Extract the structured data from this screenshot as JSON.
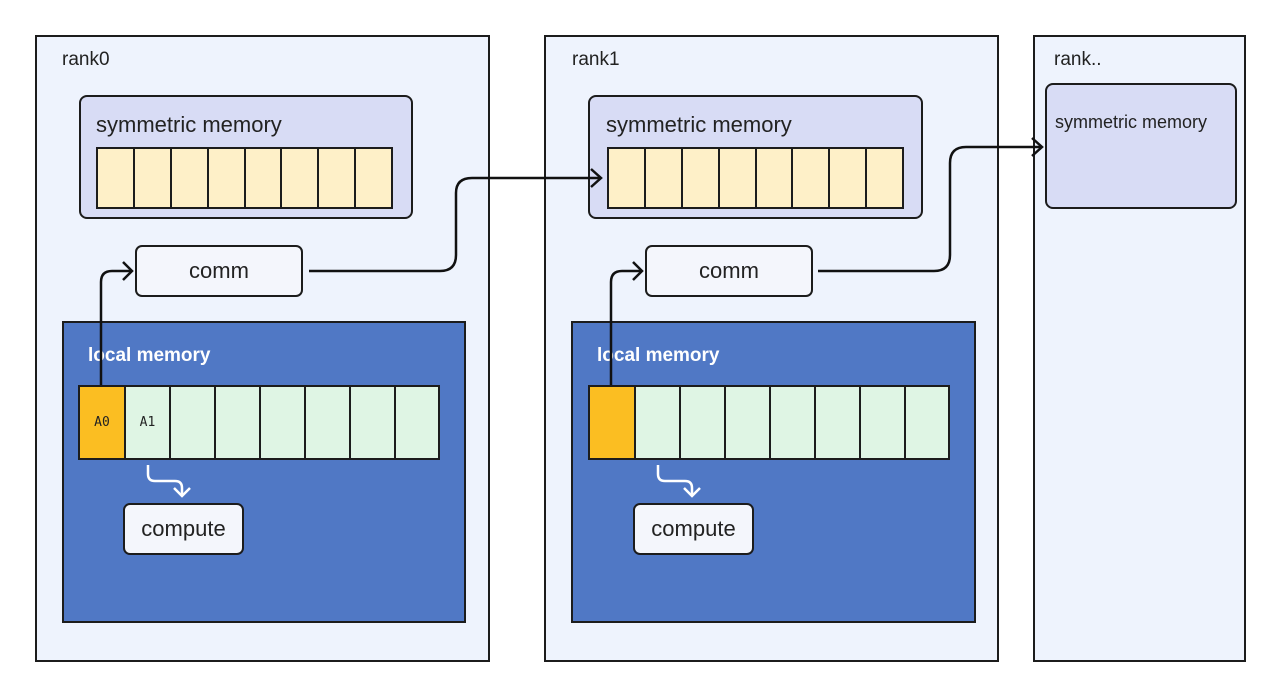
{
  "ranks": [
    {
      "label": "rank0",
      "symmetric_title": "symmetric memory",
      "comm_label": "comm",
      "local_title": "local memory",
      "local_cells": [
        "A0",
        "A1",
        "",
        "",
        "",
        "",
        "",
        ""
      ],
      "compute_label": "compute"
    },
    {
      "label": "rank1",
      "symmetric_title": "symmetric memory",
      "comm_label": "comm",
      "local_title": "local memory",
      "local_cells": [
        "",
        "",
        "",
        "",
        "",
        "",
        "",
        ""
      ],
      "compute_label": "compute"
    },
    {
      "label": "rank..",
      "symmetric_title": "symmetric memory"
    }
  ],
  "colors": {
    "rank_bg": "#eef3fd",
    "symmetric_bg": "#d8dcf5",
    "symmetric_cell": "#fef0c8",
    "local_bg": "#5078c5",
    "local_cell": "#dff5e4",
    "highlight_cell": "#fbbe22"
  }
}
